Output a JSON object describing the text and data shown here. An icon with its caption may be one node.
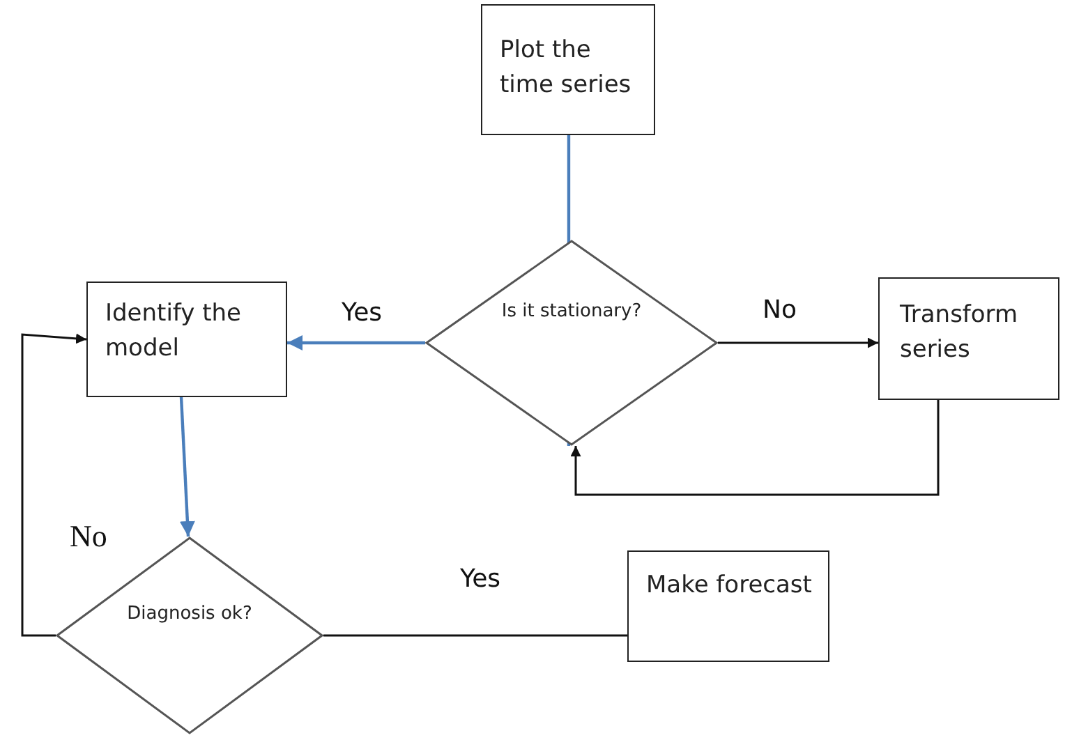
{
  "diagram": {
    "nodes": [
      {
        "text": [
          "Plot the time series"
        ]
      },
      {
        "text": [
          "Is it stationary?"
        ]
      },
      {
        "text": [
          "Identify the model"
        ]
      },
      {
        "text": [
          "Transform series"
        ]
      },
      {
        "text": [
          "Diagnosis ok?"
        ]
      },
      {
        "text": [
          "Make forecast"
        ]
      }
    ],
    "edges": [
      {
        "from": 0,
        "to": 1,
        "arrow": "none",
        "color": "#4a7ebb"
      },
      {
        "from": 1,
        "to": 2,
        "arrow": "to",
        "label": "Yes",
        "color": "#4a7ebb"
      },
      {
        "from": 1,
        "to": 3,
        "arrow": "to",
        "label": "No"
      },
      {
        "from": 3,
        "to": 1,
        "arrow": "to"
      },
      {
        "from": 2,
        "to": 4,
        "arrow": "to",
        "color": "#4a7ebb"
      },
      {
        "from": 4,
        "to": 2,
        "arrow": "to",
        "label": "No"
      },
      {
        "from": 4,
        "to": 5,
        "arrow": "none",
        "label": "Yes"
      }
    ]
  }
}
